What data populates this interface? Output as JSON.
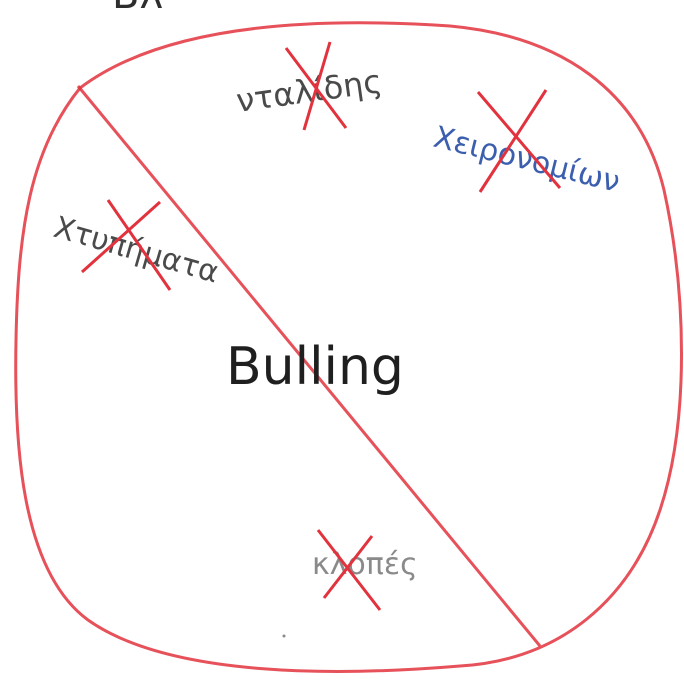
{
  "drawing": {
    "top_fragment": "Bλ",
    "center_word": "Bulling",
    "words": {
      "ntaglides": "νταλίδης",
      "xeironomion": "Χειρονομίων",
      "xtypimata": "Χτυπήματα",
      "klopes": "κλοπές"
    }
  },
  "colors": {
    "paper": "#ffffff",
    "red_pencil": "#e2323d",
    "graphite": "#2e2e2e",
    "light_graphite": "#8a8a8a",
    "blue_pencil": "#3b5fae"
  }
}
